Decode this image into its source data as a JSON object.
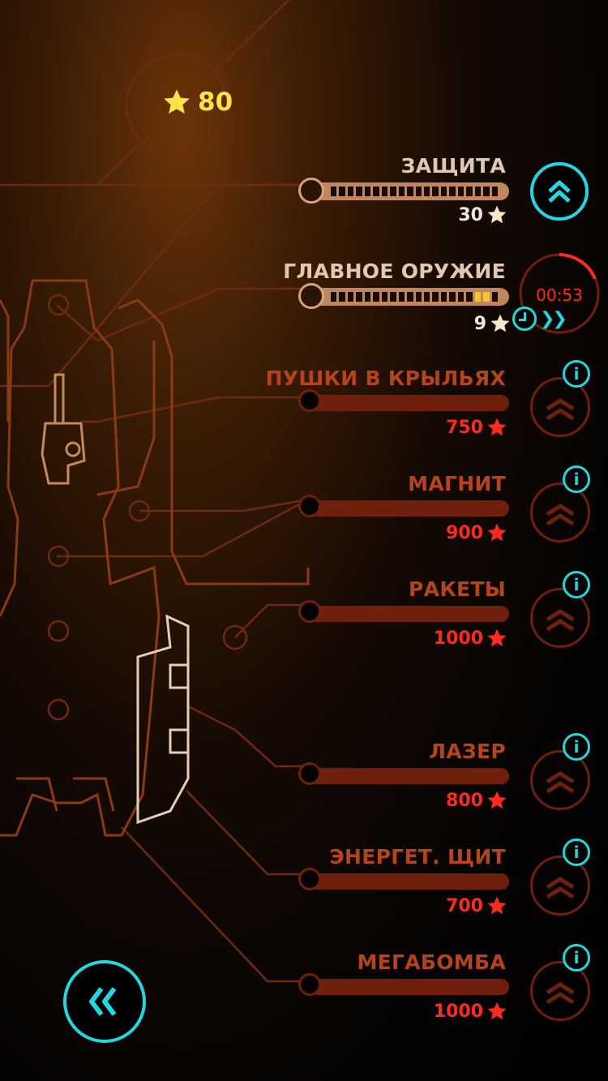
{
  "currency": {
    "stars": "80",
    "icon": "star-icon",
    "color": "#ffe14a"
  },
  "upgrades": [
    {
      "title": "ЗАЩИТА",
      "price": "30",
      "state": "active",
      "level_fraction": 1.0
    },
    {
      "title": "ГЛАВНОЕ ОРУЖИЕ",
      "price": "9",
      "state": "upgrading",
      "level_fraction": 0.9
    },
    {
      "title": "ПУШКИ В КРЫЛЬЯХ",
      "price": "750",
      "state": "locked"
    },
    {
      "title": "МАГНИТ",
      "price": "900",
      "state": "locked"
    },
    {
      "title": "РАКЕТЫ",
      "price": "1000",
      "state": "locked"
    },
    {
      "title": "ЛАЗЕР",
      "price": "800",
      "state": "locked"
    },
    {
      "title": "ЭНЕРГЕТ. ЩИТ",
      "price": "700",
      "state": "locked"
    },
    {
      "title": "МЕГАБОМБА",
      "price": "1000",
      "state": "locked"
    }
  ],
  "timer": {
    "remaining": "00:53"
  },
  "buttons": {
    "back_icon": "double-chevron-left-icon",
    "upgrade_icon": "double-chevron-up-icon",
    "info_label": "i",
    "speed_up_icon": "clock-fast-forward-icon"
  },
  "colors": {
    "accent": "#22d8e0",
    "locked_line": "#6e200c",
    "price_locked": "#ff2a1e",
    "gold": "#f5c43a"
  }
}
